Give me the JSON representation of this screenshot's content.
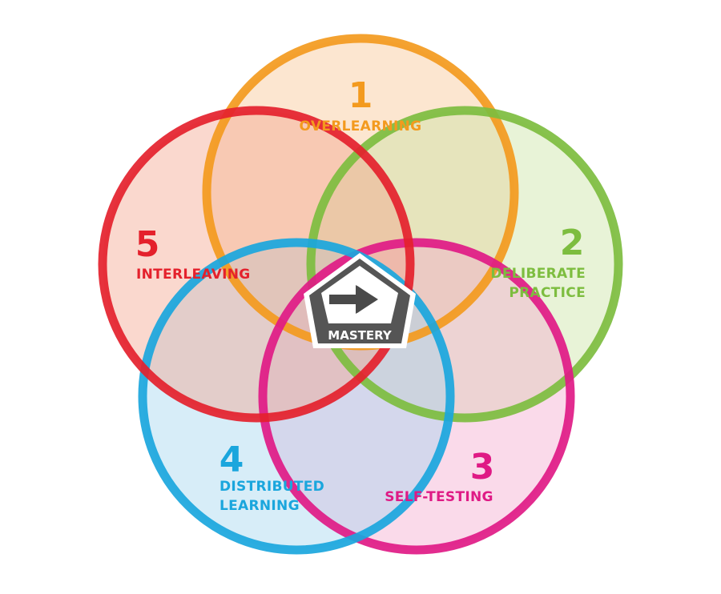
{
  "circles": [
    {
      "number": "1",
      "label_lines": [
        "OVERLEARNING"
      ],
      "color": "#f39a1e",
      "fill": "#f7c48f"
    },
    {
      "number": "2",
      "label_lines": [
        "DELIBERATE",
        "PRACTICE"
      ],
      "color": "#7dbd3f",
      "fill": "#c9e29f"
    },
    {
      "number": "3",
      "label_lines": [
        "SELF-TESTING"
      ],
      "color": "#df1a85",
      "fill": "#f4a8cc"
    },
    {
      "number": "4",
      "label_lines": [
        "DISTRIBUTED",
        "LEARNING"
      ],
      "color": "#1aa6dd",
      "fill": "#9fd3ee"
    },
    {
      "number": "5",
      "label_lines": [
        "INTERLEAVING"
      ],
      "color": "#e4212c",
      "fill": "#f2a38a"
    }
  ],
  "center": {
    "label": "MASTERY",
    "icon": "right-arrow-icon",
    "color": "#555555",
    "border": "#ffffff"
  }
}
